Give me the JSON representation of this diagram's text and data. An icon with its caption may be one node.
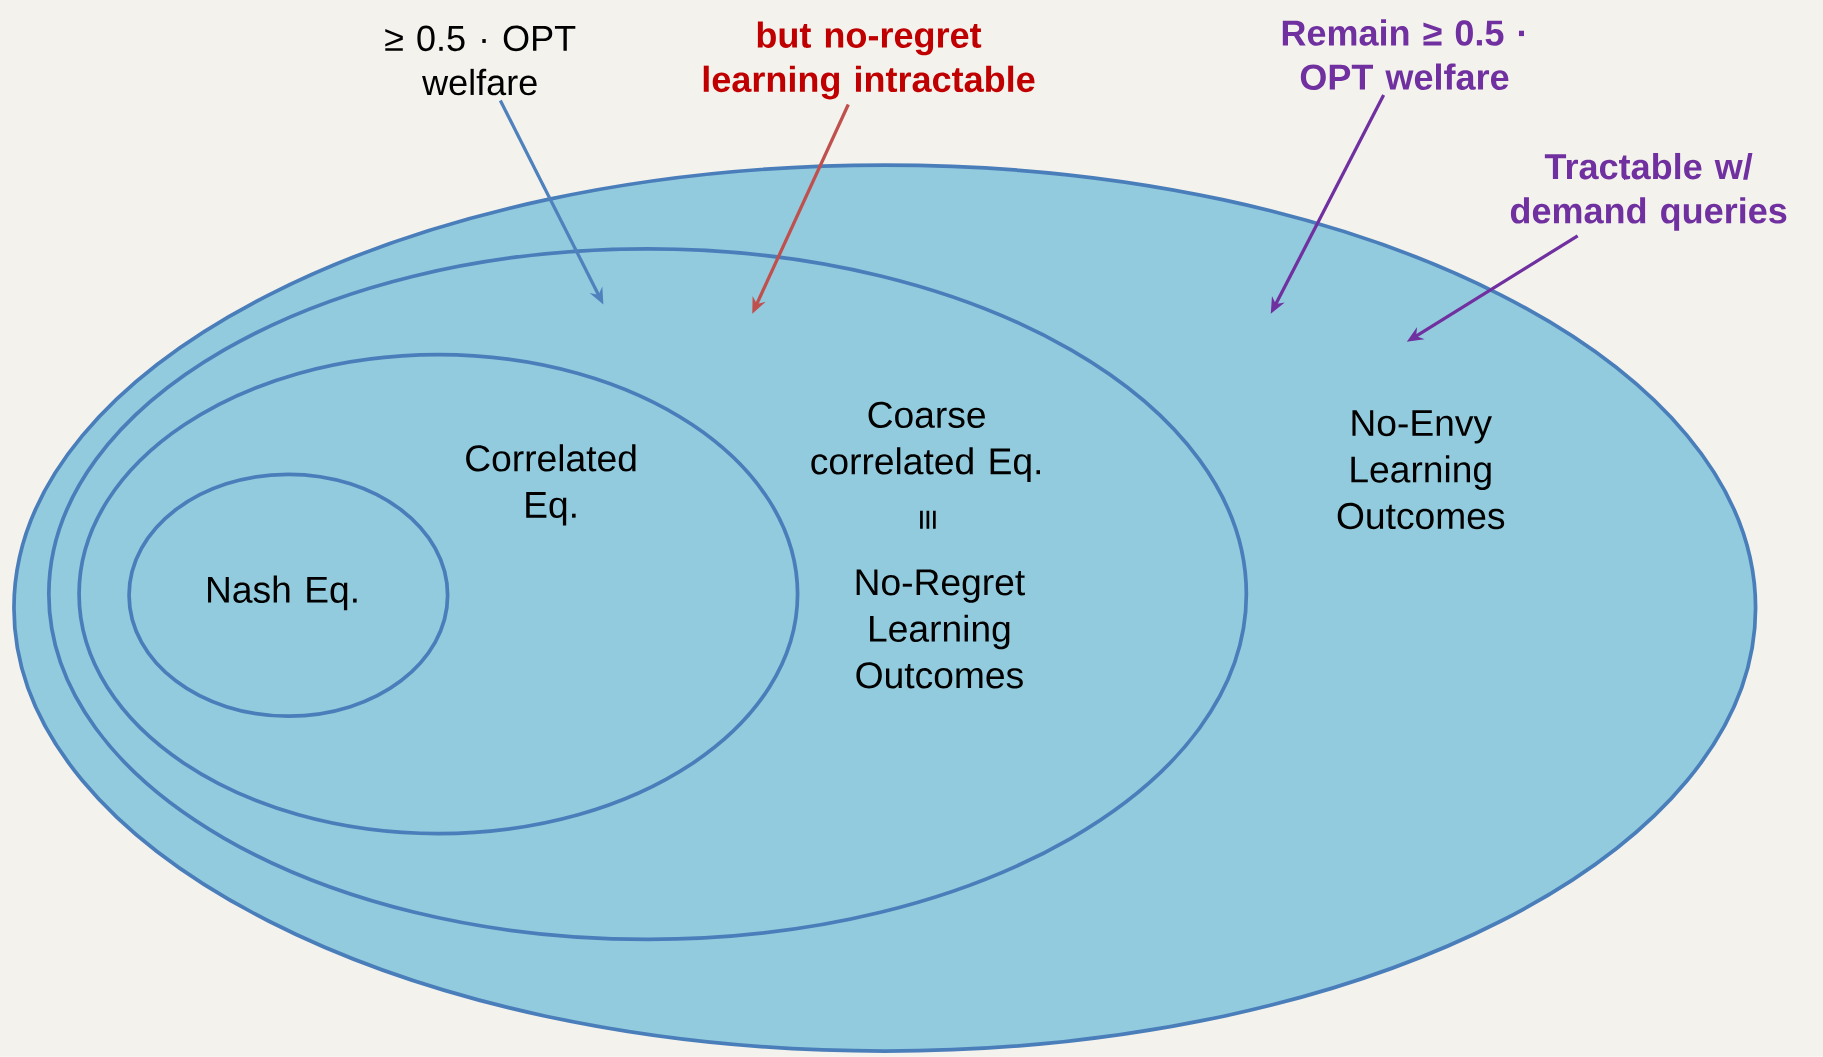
{
  "diagram": {
    "nodes": [
      {
        "text": [
          "No-Envy Learning Outcomes"
        ]
      },
      {
        "text": [
          "Coarse correlated Eq.",
          "≡",
          "No-Regret Learning Outcomes"
        ],
        "in": 0
      },
      {
        "text": [
          "Correlated Eq."
        ],
        "in": 1
      },
      {
        "text": [
          "Nash Eq."
        ],
        "in": 2
      },
      {
        "text": [
          "≥ 0.5 · OPT welfare"
        ]
      },
      {
        "text": [
          "but no-regret learning intractable"
        ]
      },
      {
        "text": [
          "Remain ≥ 0.5 · OPT welfare"
        ]
      },
      {
        "text": [
          "Tractable w/ demand queries"
        ]
      }
    ],
    "edges": [
      {
        "from": 4,
        "to": 1,
        "arrow": "to",
        "color": "#4f81bd"
      },
      {
        "from": 5,
        "to": 1,
        "arrow": "to",
        "color": "#c0504d"
      },
      {
        "from": 6,
        "to": 0,
        "arrow": "to",
        "color": "#7030a0"
      },
      {
        "from": 7,
        "to": 0,
        "arrow": "to",
        "color": "#7030a0"
      }
    ]
  }
}
